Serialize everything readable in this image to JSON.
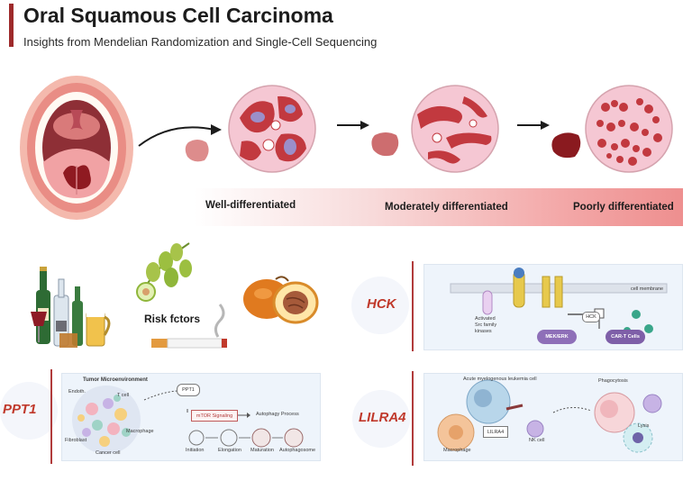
{
  "header": {
    "title": "Oral Squamous Cell Carcinoma",
    "subtitle": "Insights from Mendelian Randomization and Single-Cell Sequencing"
  },
  "differentiation": {
    "stages": [
      "Well-differentiated",
      "Moderately differentiated",
      "Poorly differentiated"
    ]
  },
  "risk": {
    "label": "Risk fctors"
  },
  "hck": {
    "gene": "HCK",
    "labels": {
      "membrane": "cell membrane",
      "kinase": "Activated Src family kinases",
      "node": "HCK",
      "pill1": "MEK/ERK",
      "pill2": "CAR-T Cells"
    }
  },
  "ppt1": {
    "gene": "PPT1",
    "labels": {
      "env": "Tumor Microenvironment",
      "node": "PPT1",
      "mtor": "mTOR Signaling",
      "autophagy": "Autophagy Process",
      "cancer": "Cancer cell",
      "endo": "Endoth.",
      "t": "T cell",
      "macro": "Macrophage",
      "fib": "Fibroblast",
      "stage1": "Initiation",
      "stage2": "Elongation",
      "stage3": "Maturation",
      "stage4": "Autophagosome"
    }
  },
  "lilra4": {
    "gene": "LILRA4",
    "labels": {
      "aml": "Acute myelogenous leukemia cell",
      "phago": "Phagocytosis",
      "node": "LILRA4",
      "macro": "Macrophage",
      "nk": "NK cell",
      "lysis": "Lysis"
    }
  },
  "colors": {
    "accent": "#9e2a2b",
    "gene_text": "#c0392b",
    "panel_bg": "#eef4fb",
    "tissue_pink": "#f2b6c8",
    "tumor_red": "#c0393a"
  }
}
